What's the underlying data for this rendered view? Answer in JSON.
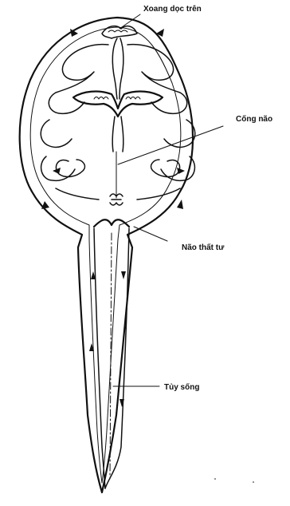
{
  "diagram": {
    "labels": {
      "superior_sinus": "Xoang dọc trên",
      "cerebral_aqueduct": "Cống não",
      "fourth_ventricle": "Não thất tư",
      "spinal_cord": "Tủy sống"
    },
    "colors": {
      "ink": "#111111",
      "background": "#ffffff"
    }
  }
}
